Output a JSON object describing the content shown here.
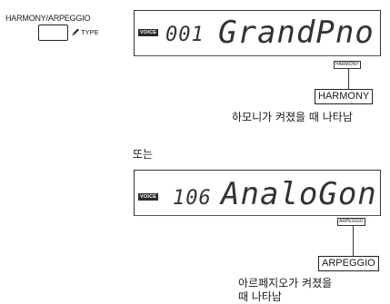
{
  "button": {
    "label": "HARMONY/ARPEGGIO",
    "type_label": "TYPE"
  },
  "display1": {
    "badge": "VOICE",
    "number": "001",
    "name": "GrandPno",
    "indicator": "HARMONY",
    "callout": "HARMONY",
    "caption": "하모니가 켜졌을 때 나타남"
  },
  "separator": "또는",
  "display2": {
    "badge": "VOICE",
    "number": "106",
    "name": "AnaloGon",
    "indicator": "ARPEGGIO",
    "callout": "ARPEGGIO",
    "caption_line1": "아르페지오가 켜졌을",
    "caption_line2": "때 나타남"
  },
  "icons": {
    "type": "pencil-icon"
  }
}
